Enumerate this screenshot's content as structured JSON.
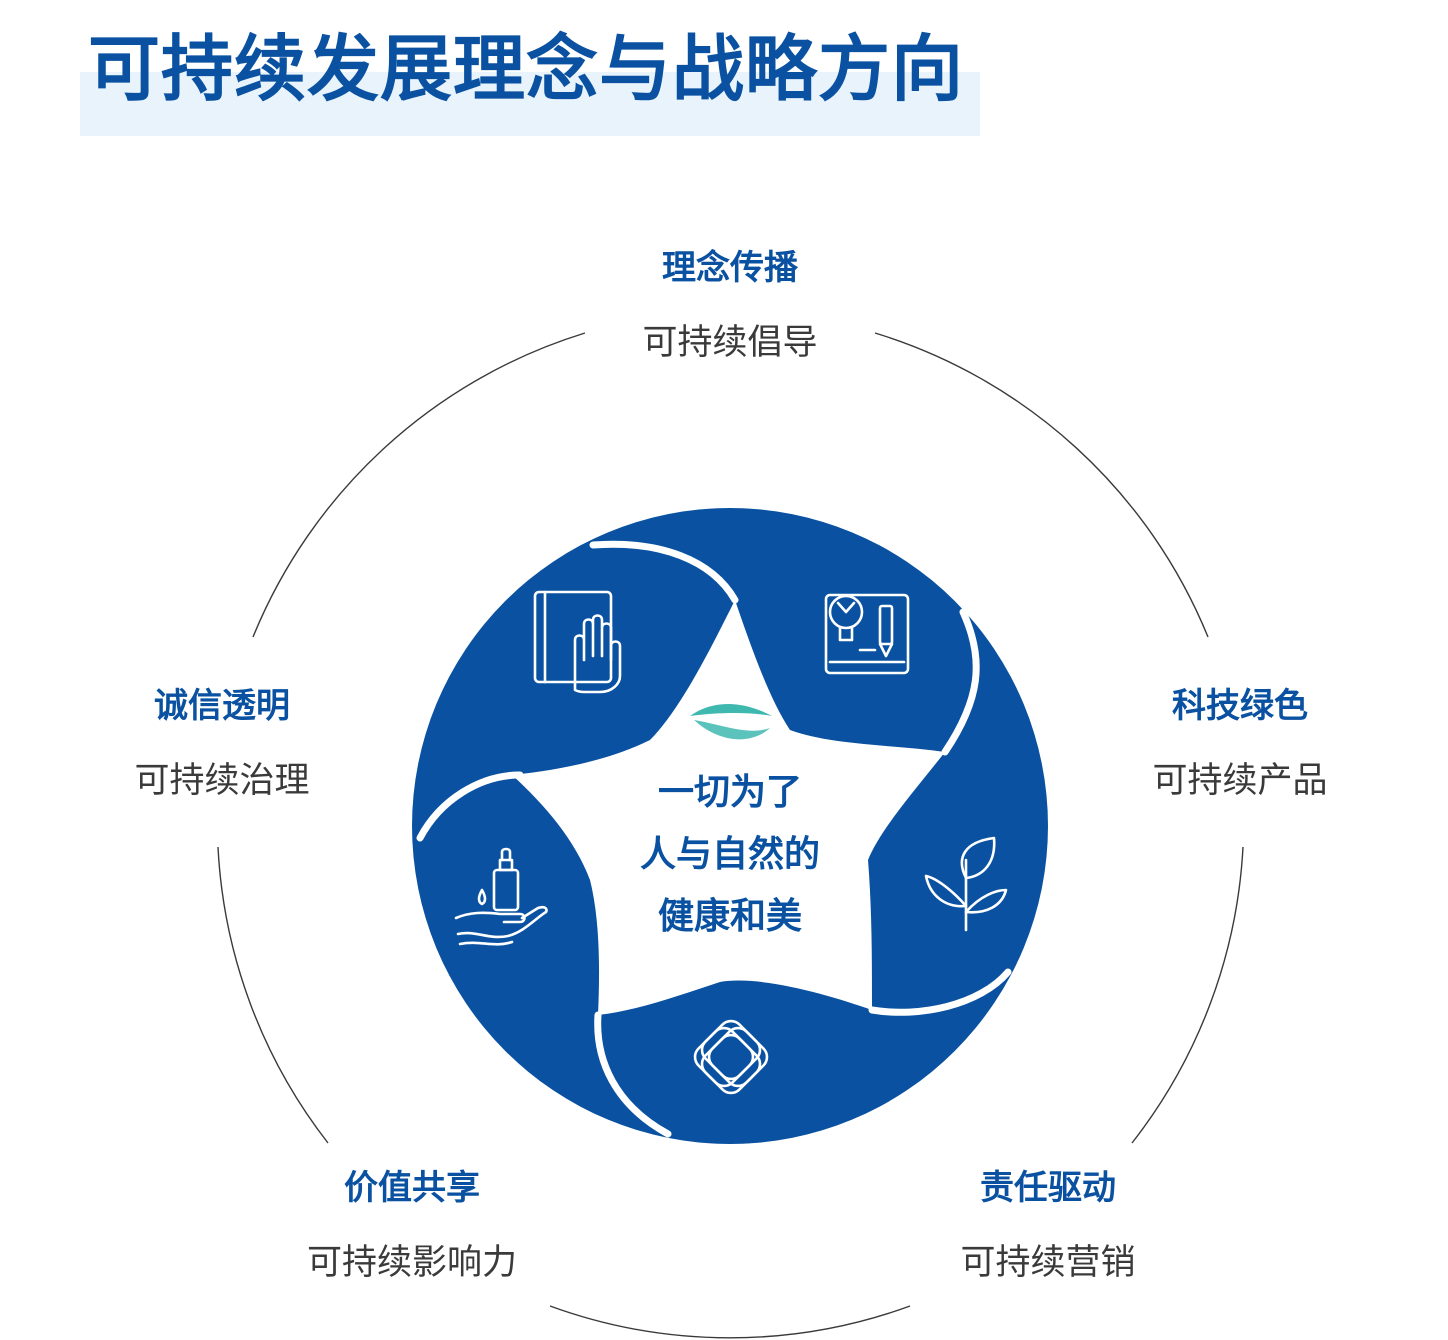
{
  "title": "可持续发展理念与战略方向",
  "center_lines": [
    "一切为了",
    "人与自然的",
    "健康和美"
  ],
  "segments": [
    {
      "id": "top",
      "title": "理念传播",
      "subtitle": "可持续倡导",
      "icon": "idea-board-icon"
    },
    {
      "id": "right",
      "title": "科技绿色",
      "subtitle": "可持续产品",
      "icon": "plant-sprout-icon"
    },
    {
      "id": "bottom-right",
      "title": "责任驱动",
      "subtitle": "可持续营销",
      "icon": "interlocking-knot-icon"
    },
    {
      "id": "bottom-left",
      "title": "价值共享",
      "subtitle": "可持续影响力",
      "icon": "hand-dropper-bottle-icon"
    },
    {
      "id": "left",
      "title": "诚信透明",
      "subtitle": "可持续治理",
      "icon": "book-hand-icon"
    }
  ],
  "colors": {
    "primary": "#0a52a1",
    "text": "#3a3a3a",
    "leaf": "#3fb8b0",
    "highlight": "#e8f3fb"
  }
}
